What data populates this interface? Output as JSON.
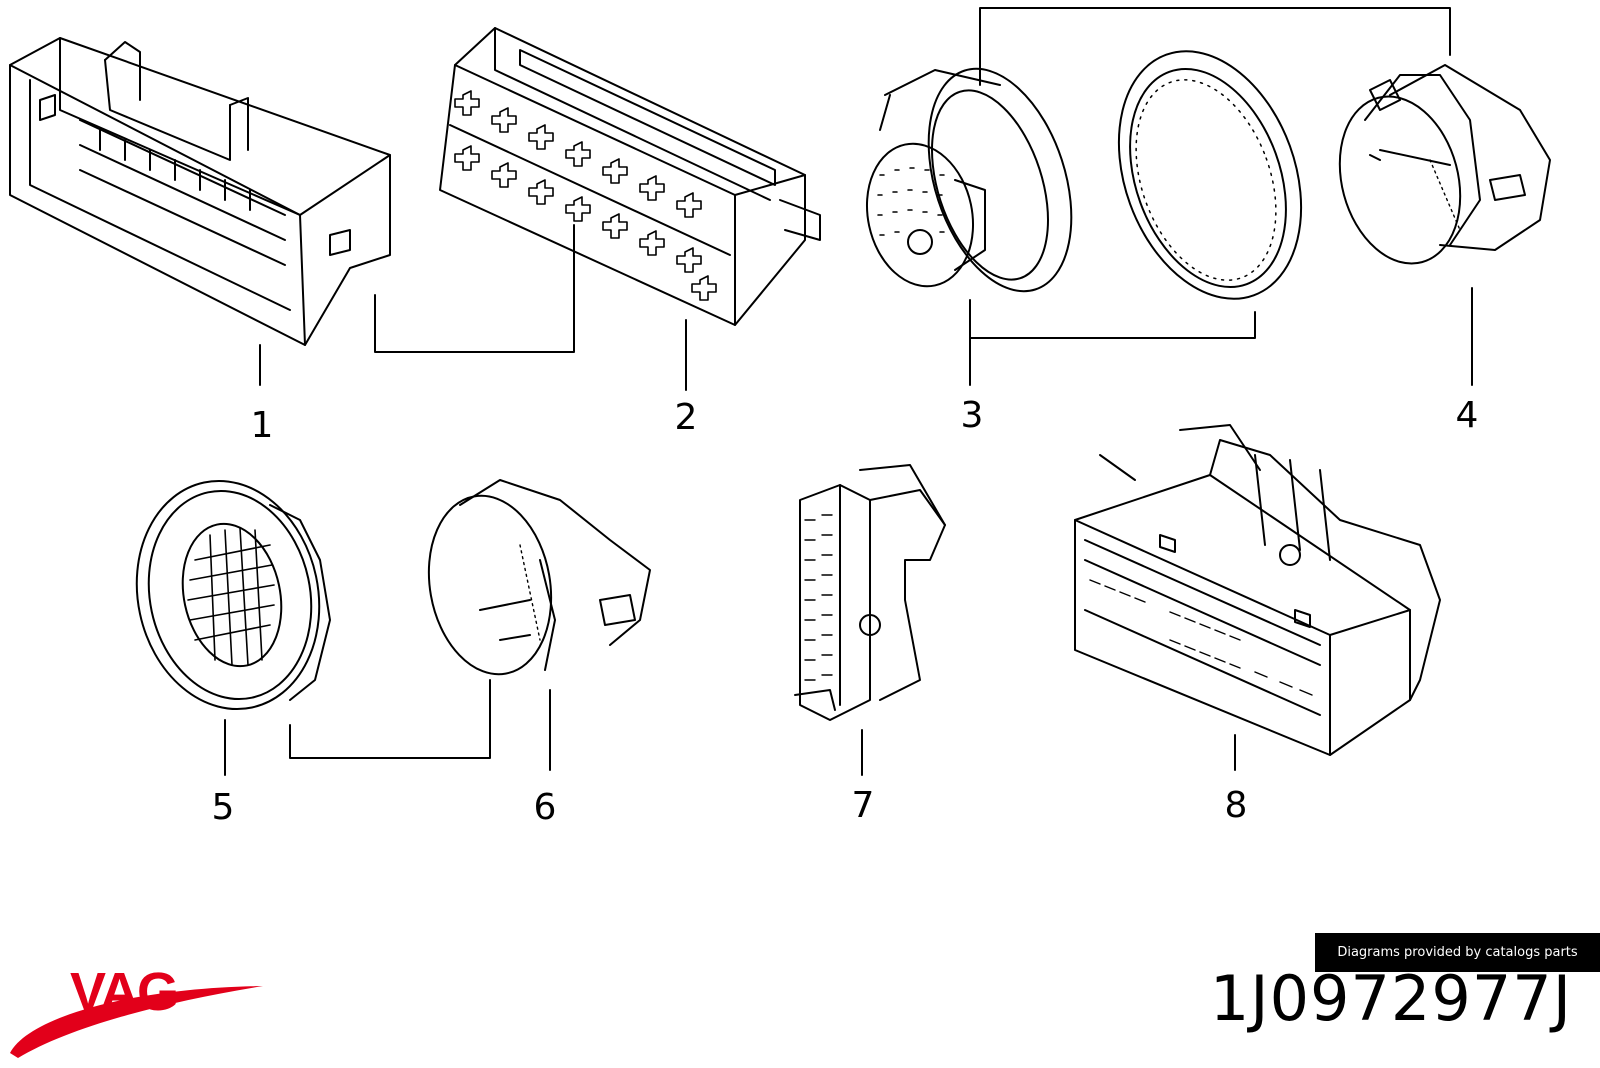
{
  "diagram": {
    "parts": [
      {
        "id": "1",
        "label": "1"
      },
      {
        "id": "2",
        "label": "2"
      },
      {
        "id": "3",
        "label": "3"
      },
      {
        "id": "4",
        "label": "4"
      },
      {
        "id": "5",
        "label": "5"
      },
      {
        "id": "6",
        "label": "6"
      },
      {
        "id": "7",
        "label": "7"
      },
      {
        "id": "8",
        "label": "8"
      }
    ]
  },
  "brand": {
    "logo_text": "VAG",
    "logo_color": "#e2001a"
  },
  "footer": {
    "credit": "Diagrams provided by catalogs parts",
    "part_number": "1J0972977J"
  },
  "colors": {
    "line": "#000000",
    "background": "#ffffff"
  }
}
